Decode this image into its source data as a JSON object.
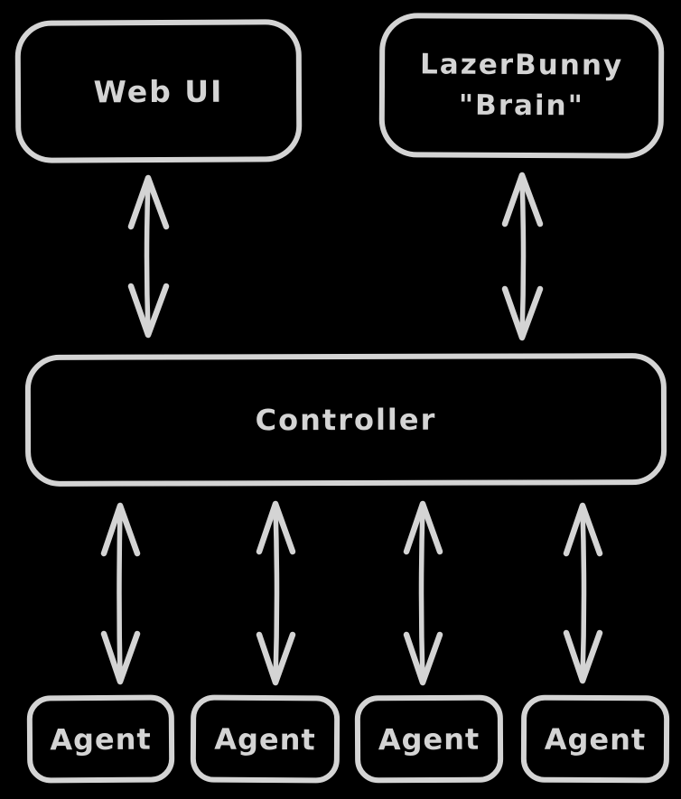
{
  "canvas": {
    "background": "#000000",
    "ink": "#d4d4d4"
  },
  "nodes": {
    "web_ui": {
      "label": "Web UI"
    },
    "brain": {
      "line1": "LazerBunny",
      "line2": "\"Brain\""
    },
    "controller": {
      "label": "Controller"
    },
    "agents": [
      {
        "label": "Agent"
      },
      {
        "label": "Agent"
      },
      {
        "label": "Agent"
      },
      {
        "label": "Agent"
      }
    ]
  },
  "edges": [
    {
      "name": "webui-controller",
      "type": "bidirectional"
    },
    {
      "name": "brain-controller",
      "type": "bidirectional"
    },
    {
      "name": "controller-agent-1",
      "type": "bidirectional"
    },
    {
      "name": "controller-agent-2",
      "type": "bidirectional"
    },
    {
      "name": "controller-agent-3",
      "type": "bidirectional"
    },
    {
      "name": "controller-agent-4",
      "type": "bidirectional"
    }
  ]
}
